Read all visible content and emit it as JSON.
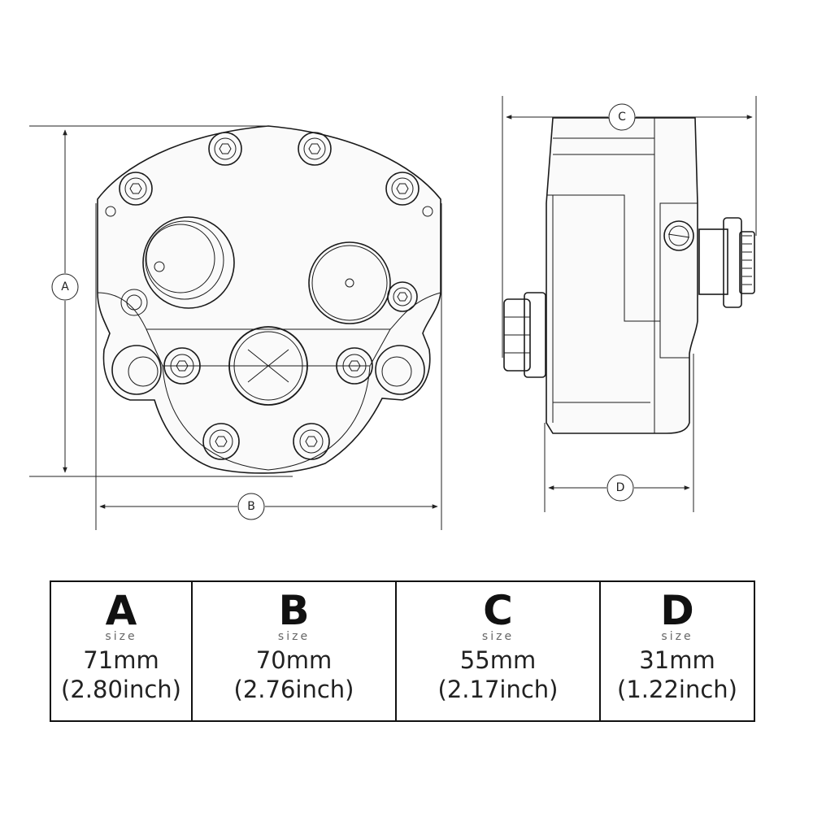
{
  "dimension_labels": {
    "a": "A",
    "b": "B",
    "c": "C",
    "d": "D"
  },
  "size_table": {
    "cells": [
      {
        "letter": "A",
        "sub": "size",
        "mm": "71mm",
        "inch": "(2.80inch)"
      },
      {
        "letter": "B",
        "sub": "size",
        "mm": "70mm",
        "inch": "(2.76inch)"
      },
      {
        "letter": "C",
        "sub": "size",
        "mm": "55mm",
        "inch": "(2.17inch)"
      },
      {
        "letter": "D",
        "sub": "size",
        "mm": "31mm",
        "inch": "(1.22inch)"
      }
    ]
  },
  "colors": {
    "line": "#1a1a1a",
    "background": "#ffffff",
    "sub_label": "#666666"
  }
}
